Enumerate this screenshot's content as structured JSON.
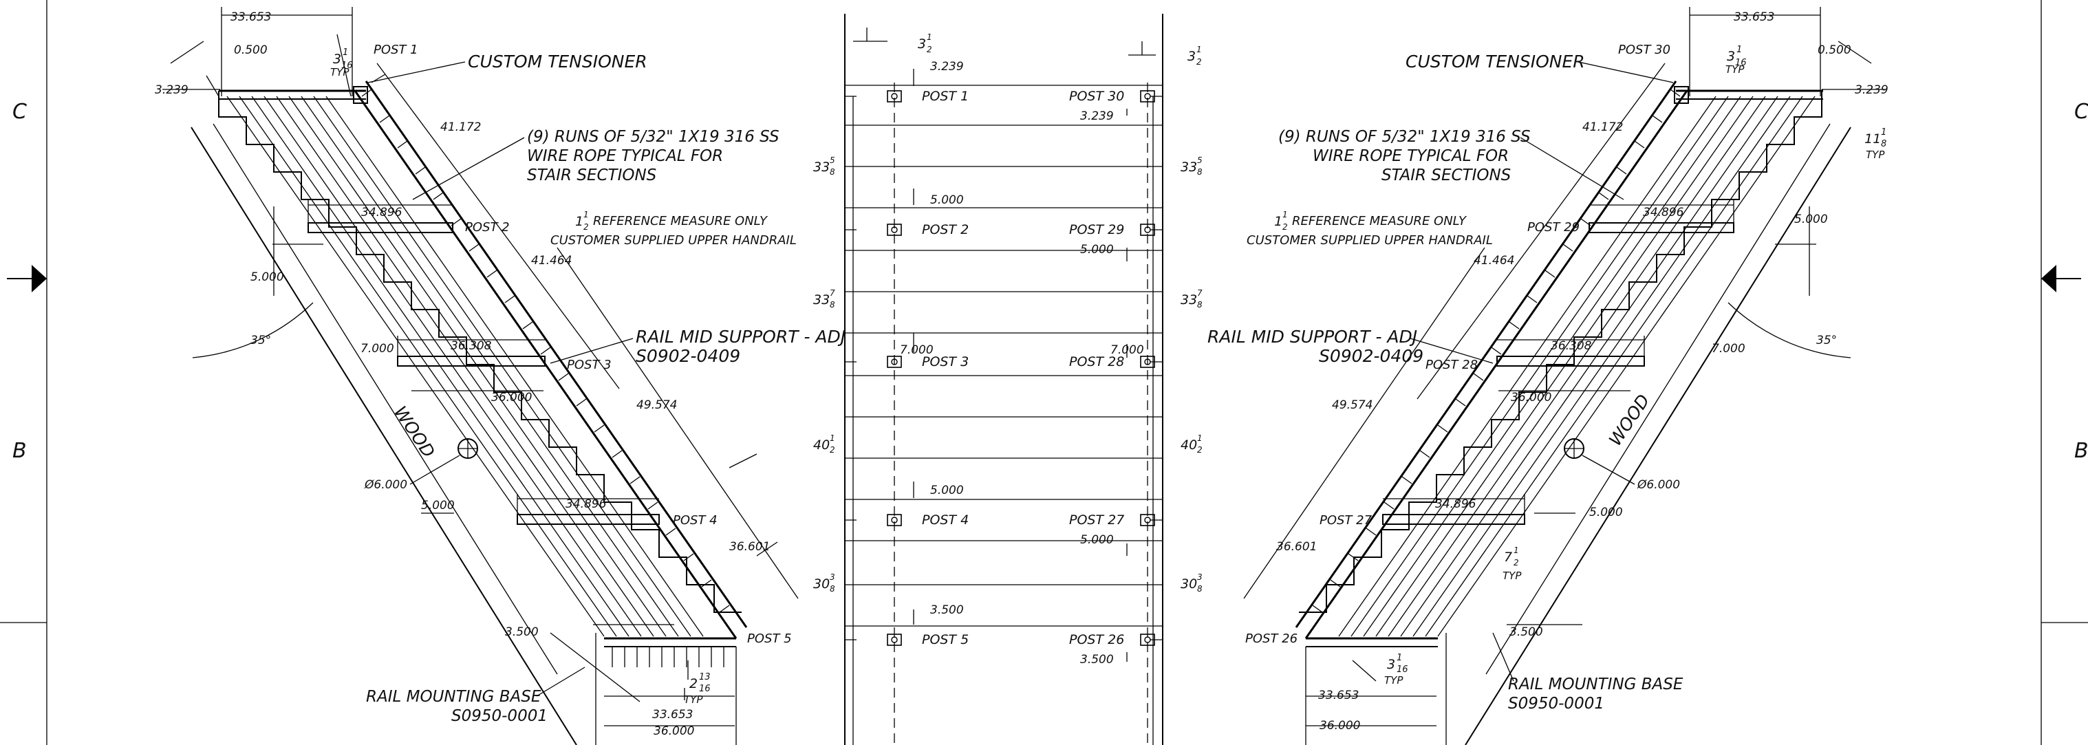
{
  "sheet_zones": {
    "left_c": "C",
    "left_b": "B",
    "right_c": "C",
    "right_b": "B"
  },
  "left_view": {
    "dims": {
      "top_width": "33.653",
      "offset_0500": "0.500",
      "offset_3239": "3.239",
      "run_41172": "41.172",
      "tread_34896_a": "34.896",
      "run_41464": "41.464",
      "rise_5000": "5.000",
      "angle": "35°",
      "rise_7000": "7.000",
      "tread_36308": "36.308",
      "tread_36000": "36.000",
      "dia": "Ø6.000",
      "rise_5000_b": "5.000",
      "tread_34896_b": "34.896",
      "run_49574": "49.574",
      "run_36601": "36.601",
      "base_3500": "3.500",
      "base_33653": "33.653",
      "base_36000": "36.000"
    },
    "fractions": {
      "typ_whole": "3",
      "typ_num": "1",
      "typ_den": "16",
      "typ_label": "TYP",
      "base_whole": "2",
      "base_num": "13",
      "base_den": "16",
      "base_typ": "TYP"
    },
    "posts": {
      "p1": "POST 1",
      "p2": "POST 2",
      "p3": "POST 3",
      "p4": "POST 4",
      "p5": "POST 5"
    },
    "callouts": {
      "tensioner": "CUSTOM TENSIONER",
      "runs_1": "(9) RUNS OF 5/32\" 1X19 316 SS",
      "runs_2": "WIRE ROPE TYPICAL FOR",
      "runs_3": "STAIR SECTIONS",
      "ref_whole": "1",
      "ref_num": "1",
      "ref_den": "2",
      "ref_1": "REFERENCE MEASURE ONLY",
      "ref_2": "CUSTOMER SUPPLIED UPPER HANDRAIL",
      "mid_1": "RAIL MID SUPPORT - ADJ",
      "mid_2": "S0902-0409",
      "wood": "WOOD",
      "base_1": "RAIL MOUNTING BASE",
      "base_2": "S0950-0001"
    }
  },
  "middle_view": {
    "left_posts": [
      "POST 1",
      "POST 2",
      "POST 3",
      "POST 4",
      "POST 5"
    ],
    "right_posts": [
      "POST 30",
      "POST 29",
      "POST 28",
      "POST 27",
      "POST 26"
    ],
    "left_offsets": [
      "3.239",
      "5.000",
      "7.000",
      "5.000",
      "3.500"
    ],
    "right_offsets": [
      "3.239",
      "5.000",
      "7.000",
      "5.000",
      "3.500"
    ],
    "top_fraction": {
      "whole": "3",
      "num": "1",
      "den": "2"
    },
    "spacings": [
      {
        "whole": "33",
        "num": "5",
        "den": "8"
      },
      {
        "whole": "33",
        "num": "7",
        "den": "8"
      },
      {
        "whole": "40",
        "num": "1",
        "den": "2"
      },
      {
        "whole": "30",
        "num": "3",
        "den": "8"
      }
    ]
  },
  "right_view": {
    "dims": {
      "top_width": "33.653",
      "offset_0500": "0.500",
      "offset_3239": "3.239",
      "run_41172": "41.172",
      "tread_34896_a": "34.896",
      "run_41464": "41.464",
      "rise_5000": "5.000",
      "angle": "35°",
      "rise_7000": "7.000",
      "tread_36308": "36.308",
      "tread_36000": "36.000",
      "dia": "Ø6.000",
      "rise_5000_b": "5.000",
      "tread_34896_b": "34.896",
      "run_49574": "49.574",
      "run_36601": "36.601",
      "base_3500": "3.500",
      "base_33653": "33.653",
      "base_36000": "36.000"
    },
    "fractions": {
      "typ_whole": "3",
      "typ_num": "1",
      "typ_den": "16",
      "typ_label": "TYP",
      "rise_whole": "11",
      "rise_num": "1",
      "rise_den": "8",
      "rise_typ": "TYP",
      "step_whole": "7",
      "step_num": "1",
      "step_den": "2",
      "step_typ": "TYP",
      "base_whole": "3",
      "base_num": "1",
      "base_den": "16",
      "base_typ": "TYP"
    },
    "posts": {
      "p30": "POST 30",
      "p29": "POST 29",
      "p28": "POST 28",
      "p27": "POST 27",
      "p26": "POST 26"
    },
    "callouts": {
      "tensioner": "CUSTOM TENSIONER",
      "runs_1": "(9) RUNS OF 5/32\" 1X19 316 SS",
      "runs_2": "WIRE ROPE TYPICAL FOR",
      "runs_3": "STAIR SECTIONS",
      "ref_whole": "1",
      "ref_num": "1",
      "ref_den": "2",
      "ref_1": "REFERENCE MEASURE ONLY",
      "ref_2": "CUSTOMER SUPPLIED UPPER HANDRAIL",
      "mid_1": "RAIL MID SUPPORT - ADJ",
      "mid_2": "S0902-0409",
      "wood": "WOOD",
      "base_1": "RAIL MOUNTING BASE",
      "base_2": "S0950-0001"
    }
  }
}
